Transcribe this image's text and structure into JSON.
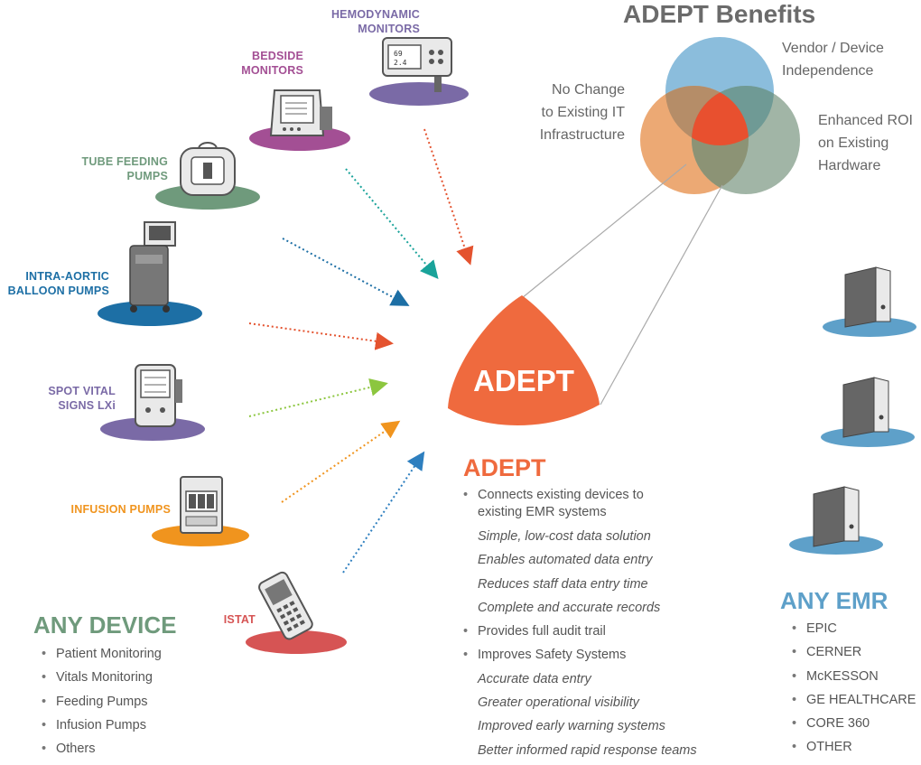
{
  "title": "ADEPT Benefits",
  "benefits": {
    "vendor": [
      "Vendor / Device",
      "Independence"
    ],
    "no_change": [
      "No Change",
      "to Existing IT",
      "Infrastructure"
    ],
    "roi": [
      "Enhanced ROI",
      "on Existing",
      "Hardware"
    ]
  },
  "center_label": "ADEPT",
  "devices": [
    {
      "name": "hemodynamic-monitors",
      "lines": [
        "HEMODYNAMIC",
        "MONITORS"
      ],
      "color": "#7a6aa6",
      "icon": "monitor-icon"
    },
    {
      "name": "bedside-monitors",
      "lines": [
        "BEDSIDE",
        "MONITORS"
      ],
      "color": "#a34f94",
      "icon": "bedside-monitor-icon"
    },
    {
      "name": "tube-feeding-pumps",
      "lines": [
        "TUBE FEEDING",
        "PUMPS"
      ],
      "color": "#6f9a7c",
      "icon": "feeding-pump-icon"
    },
    {
      "name": "intra-aortic-balloon-pumps",
      "lines": [
        "INTRA-AORTIC",
        "BALLOON PUMPS"
      ],
      "color": "#1d6fa5",
      "icon": "balloon-pump-icon"
    },
    {
      "name": "spot-vital-signs",
      "lines": [
        "SPOT VITAL",
        "SIGNS LXi"
      ],
      "color": "#7a6aa6",
      "icon": "vital-signs-icon"
    },
    {
      "name": "infusion-pumps",
      "lines": [
        "INFUSION PUMPS"
      ],
      "color": "#f0941e",
      "icon": "infusion-pump-icon"
    },
    {
      "name": "istat",
      "lines": [
        "ISTAT"
      ],
      "color": "#d65454",
      "icon": "handheld-icon"
    }
  ],
  "any_device": {
    "title": "ANY DEVICE",
    "items": [
      "Patient Monitoring",
      "Vitals Monitoring",
      "Feeding Pumps",
      "Infusion Pumps",
      "Others"
    ]
  },
  "adept_section": {
    "title": "ADEPT",
    "items": [
      {
        "text": "Connects existing devices to existing EMR systems",
        "lines": [
          "Connects existing devices to",
          "existing EMR systems"
        ],
        "sub": [
          "Simple, low-cost data solution",
          "Enables automated data entry",
          "Reduces staff data entry time",
          "Complete and accurate records"
        ]
      },
      {
        "text": "Provides full audit trail",
        "sub": []
      },
      {
        "text": "Improves Safety Systems",
        "sub": [
          "Accurate data entry",
          "Greater operational visibility",
          "Improved early warning systems",
          "Better informed rapid response teams"
        ]
      }
    ]
  },
  "any_emr": {
    "title": "ANY EMR",
    "items": [
      "EPIC",
      "CERNER",
      "McKESSON",
      "GE HEALTHCARE",
      "CORE 360",
      "OTHER"
    ]
  },
  "colors": {
    "adept_orange": "#ef6a3e",
    "any_device_green": "#6f9a7c",
    "any_emr_blue": "#5ea0c9",
    "venn_blue": "#8bbddc",
    "venn_orange": "#eaa268",
    "venn_green": "#97ad9c"
  }
}
